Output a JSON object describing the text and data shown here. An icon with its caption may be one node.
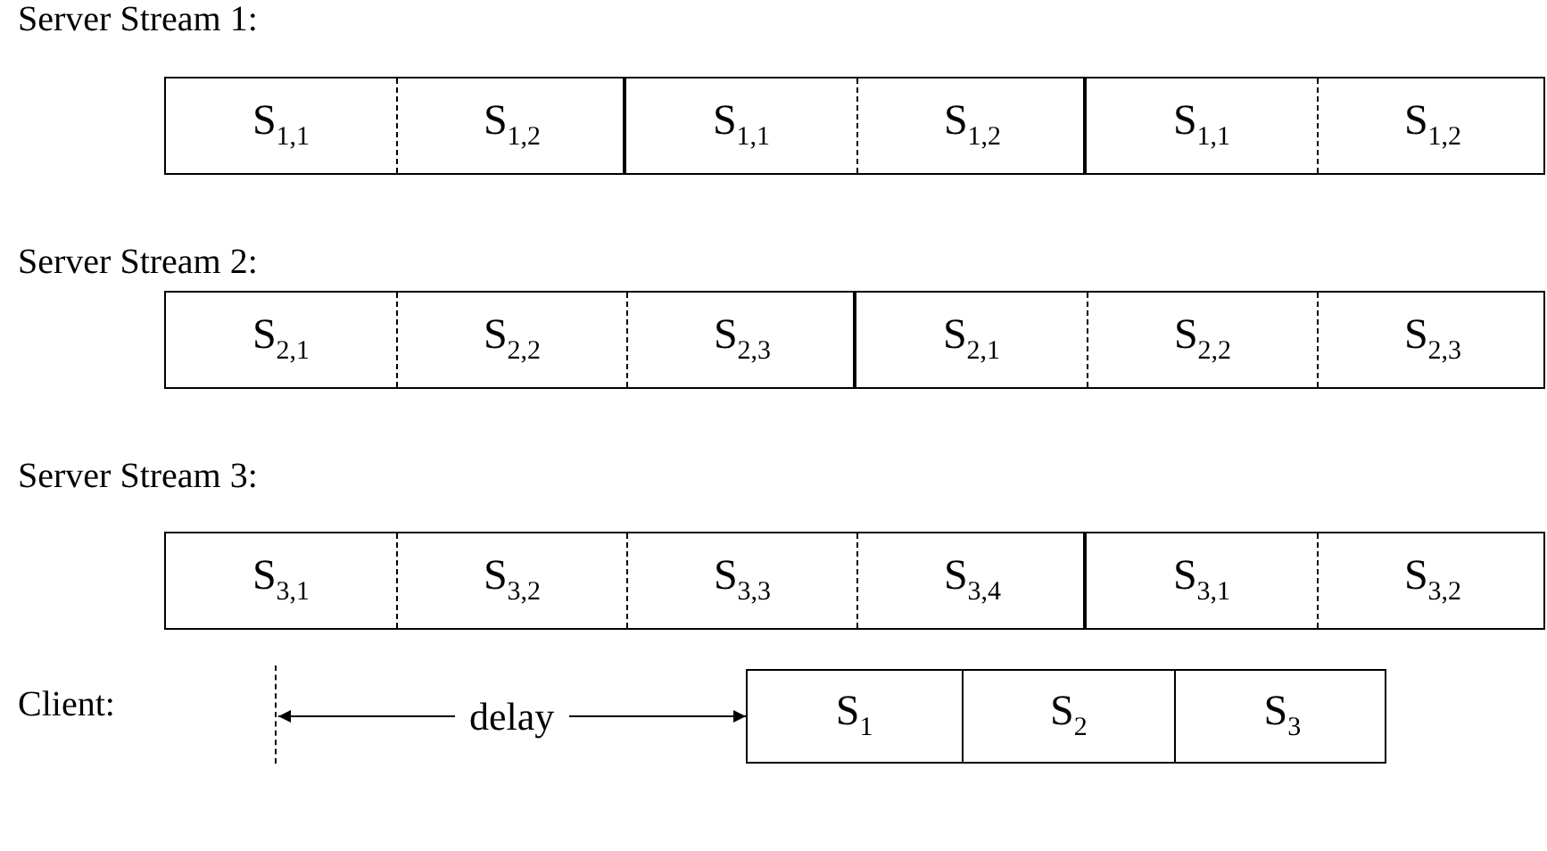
{
  "diagram": {
    "nodes": [
      {
        "text": [
          "Server Stream 1:"
        ]
      },
      {
        "text": [],
        "shape": "box",
        "in": 0
      },
      {
        "text": [
          "S$_{1,1}$"
        ],
        "in": 1
      },
      {
        "text": [
          "S$_{1,2}$"
        ],
        "in": 1
      },
      {
        "text": [],
        "shape": "box",
        "in": 0
      },
      {
        "text": [
          "S$_{1,1}$"
        ],
        "in": 4
      },
      {
        "text": [
          "S$_{1,2}$"
        ],
        "in": 4
      },
      {
        "text": [],
        "shape": "box",
        "in": 0
      },
      {
        "text": [
          "S$_{1,1}$"
        ],
        "in": 7
      },
      {
        "text": [
          "S$_{1,2}$"
        ],
        "in": 7
      },
      {
        "text": [
          "Server Stream 2:"
        ]
      },
      {
        "text": [],
        "shape": "box",
        "in": 10
      },
      {
        "text": [
          "S$_{2,1}$"
        ],
        "in": 11
      },
      {
        "text": [
          "S$_{2,2}$"
        ],
        "in": 11
      },
      {
        "text": [
          "S$_{2,3}$"
        ],
        "in": 11
      },
      {
        "text": [],
        "shape": "box",
        "in": 10
      },
      {
        "text": [
          "S$_{2,1}$"
        ],
        "in": 15
      },
      {
        "text": [
          "S$_{2,2}$"
        ],
        "in": 15
      },
      {
        "text": [
          "S$_{2,3}$"
        ],
        "in": 15
      },
      {
        "text": [
          "Server Stream 3:"
        ]
      },
      {
        "text": [],
        "shape": "box",
        "in": 19
      },
      {
        "text": [
          "S$_{3,1}$"
        ],
        "in": 20
      },
      {
        "text": [
          "S$_{3,2}$"
        ],
        "in": 20
      },
      {
        "text": [
          "S$_{3,3}$"
        ],
        "in": 20
      },
      {
        "text": [
          "S$_{3,4}$"
        ],
        "in": 20
      },
      {
        "text": [],
        "shape": "box",
        "in": 19
      },
      {
        "text": [
          "S$_{3,1}$"
        ],
        "in": 25
      },
      {
        "text": [
          "S$_{3,2}$"
        ],
        "in": 25
      },
      {
        "text": [],
        "shape": "bar"
      },
      {
        "text": [],
        "shape": "box"
      },
      {
        "text": [
          "S$_{1}$"
        ],
        "in": 29
      },
      {
        "text": [
          "S$_{2}$"
        ],
        "in": 29
      },
      {
        "text": [
          "S$_{3}$"
        ],
        "in": 29
      }
    ],
    "edges": [
      {
        "from": 28,
        "to": 29,
        "arrow": "both",
        "label": "delay"
      }
    ],
    "labels": [
      "Client:"
    ]
  }
}
